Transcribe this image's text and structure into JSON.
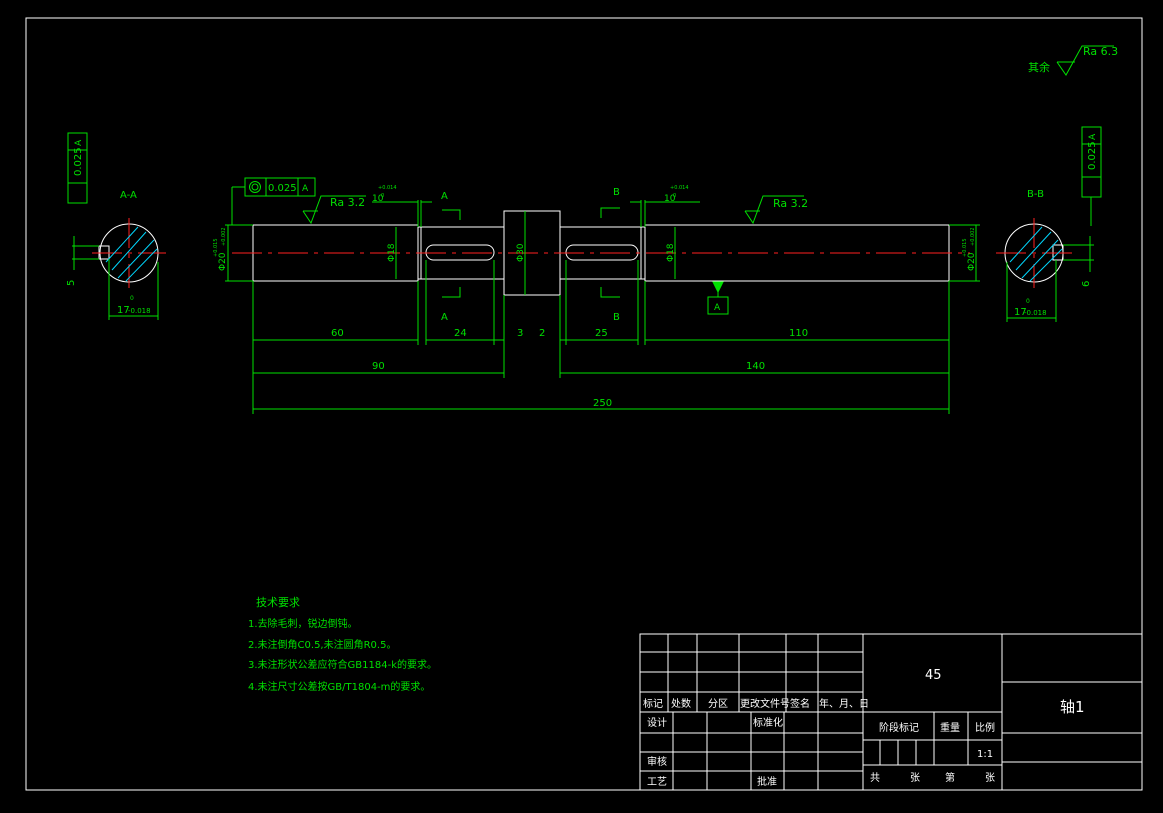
{
  "roughness": {
    "rest_label": "其余",
    "rest_value": "Ra 6.3",
    "shaft_left": "Ra 3.2",
    "shaft_right": "Ra 3.2"
  },
  "sections": {
    "aa": {
      "title": "A-A",
      "tol_value": "0.025",
      "tol_ref": "A",
      "dim_depth": "5",
      "dim_width": "17",
      "dim_width_tol_upper": "0",
      "dim_width_tol_lower": "-0.018"
    },
    "bb": {
      "title": "B-B",
      "tol_value": "0.025",
      "tol_ref": "A",
      "dim_depth": "6",
      "dim_width": "17",
      "dim_width_tol_upper": "0",
      "dim_width_tol_lower": "-0.018"
    }
  },
  "shaft": {
    "concentricity_value": "0.025",
    "concentricity_ref": "A",
    "datum_label": "A",
    "cut_labels": {
      "a_top": "A",
      "a_bottom": "A",
      "b_top": "B",
      "b_bottom": "B"
    },
    "diameters": {
      "left_end": "Φ20",
      "left_end_tol_upper": "+0.015",
      "left_end_tol_lower": "+0.002",
      "left_key": "Φ18",
      "collar": "Φ30",
      "right_key": "Φ18",
      "right_end": "Φ20",
      "right_end_tol_upper": "+0.015",
      "right_end_tol_lower": "+0.002"
    },
    "keyway_tol_left": {
      "value": "10",
      "upper": "+0.014",
      "lower": "0"
    },
    "keyway_tol_right": {
      "value": "10",
      "upper": "+0.014",
      "lower": "0"
    },
    "dims": {
      "d60": "60",
      "d24": "24",
      "d3": "3",
      "d2": "2",
      "d25": "25",
      "d110": "110",
      "d90": "90",
      "d140": "140",
      "d250": "250"
    }
  },
  "notes": {
    "title": "技术要求",
    "items": [
      "1.去除毛刺，锐边倒钝。",
      "2.未注倒角C0.5,未注圆角R0.5。",
      "3.未注形状公差应符合GB1184-k的要求。",
      "4.未注尺寸公差按GB/T1804-m的要求。"
    ]
  },
  "title_block": {
    "material": "45",
    "part_name": "轴1",
    "rev_headers": [
      "标记",
      "处数",
      "分区",
      "更改文件号",
      "签名",
      "年、月、日"
    ],
    "design": "设计",
    "standardize": "标准化",
    "stage_mark": "阶段标记",
    "weight": "重量",
    "scale": "比例",
    "scale_value": "1:1",
    "review": "审核",
    "process": "工艺",
    "approve": "批准",
    "sheets": [
      "共",
      "张",
      "第",
      "张"
    ]
  },
  "colors": {
    "outline": "#ffffff",
    "dimension": "#00e000",
    "centerline": "#ff2020",
    "hatch": "#00d8ff",
    "background": "#000000"
  }
}
